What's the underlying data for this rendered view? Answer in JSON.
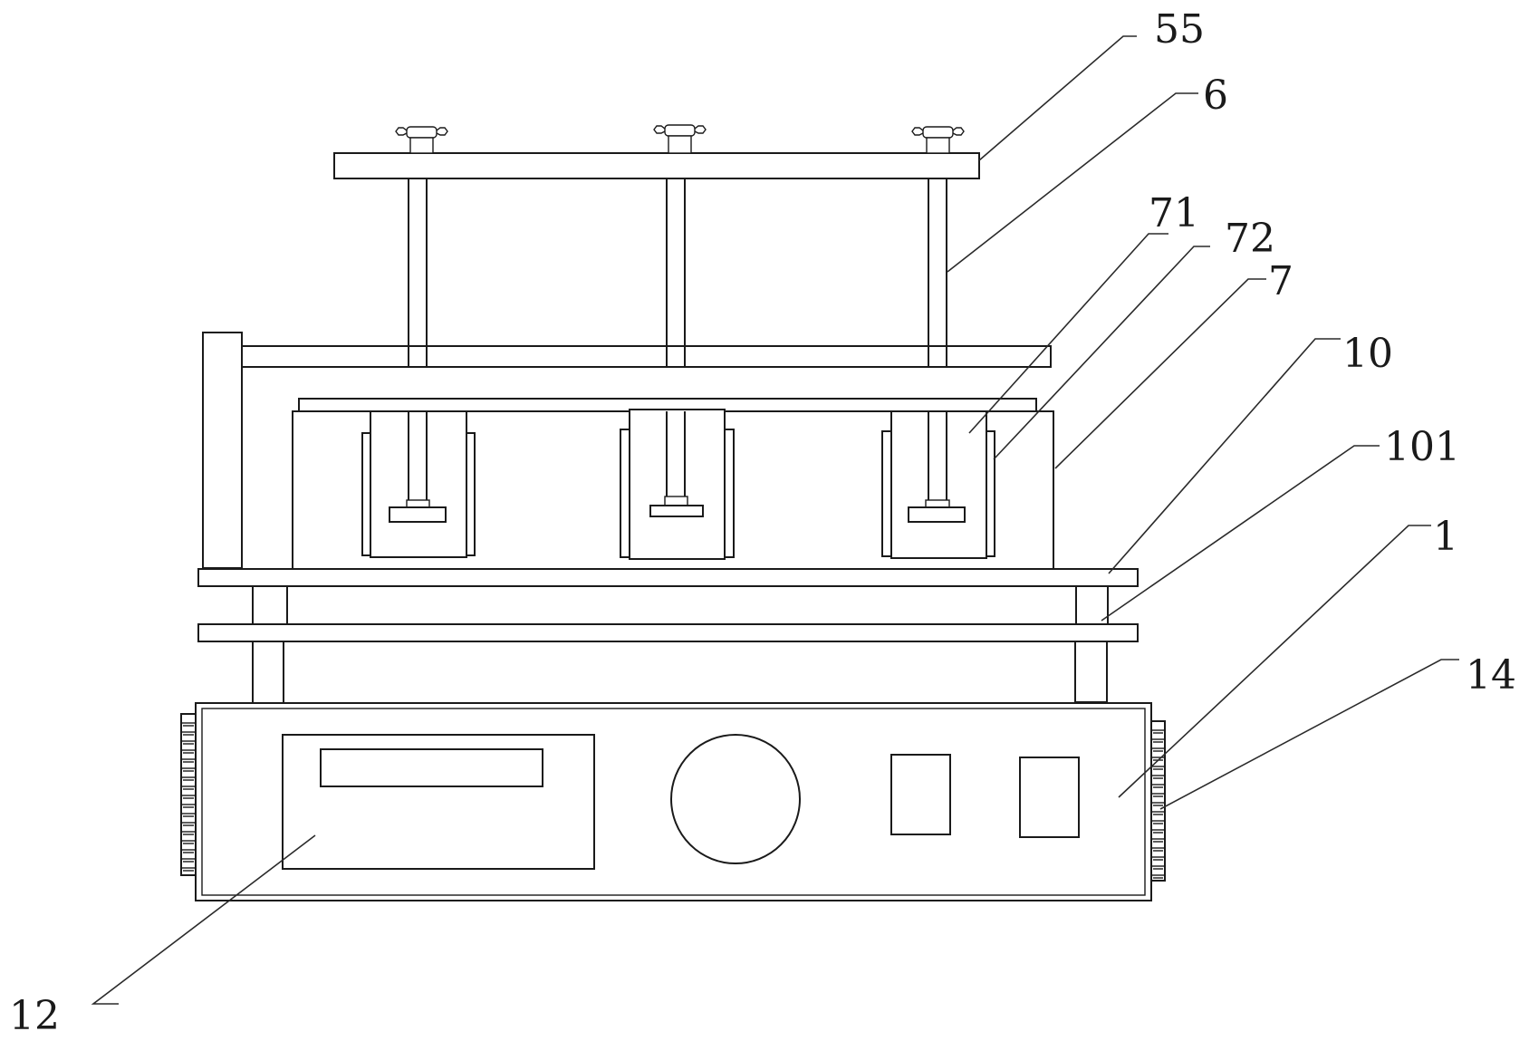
{
  "figure": {
    "background": "#ffffff",
    "line_color": "#1a1a1a",
    "reference_numerals": [
      {
        "id": "55",
        "label": "55"
      },
      {
        "id": "6",
        "label": "6"
      },
      {
        "id": "71",
        "label": "71"
      },
      {
        "id": "72",
        "label": "72"
      },
      {
        "id": "7",
        "label": "7"
      },
      {
        "id": "10",
        "label": "10"
      },
      {
        "id": "101",
        "label": "101"
      },
      {
        "id": "1",
        "label": "1"
      },
      {
        "id": "14",
        "label": "14"
      },
      {
        "id": "12",
        "label": "12"
      }
    ]
  }
}
